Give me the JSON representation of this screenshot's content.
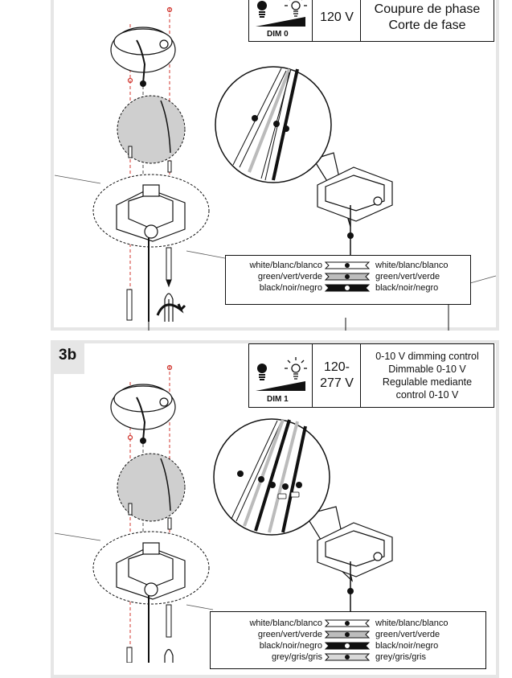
{
  "panel_top": {
    "voltage": "120 V",
    "dim_label": "DIM 0",
    "control_lines": [
      "Coupure de phase",
      "Corte de fase"
    ],
    "wires": [
      {
        "left": "white/blanc/blanco",
        "right": "white/blanc/blanco",
        "color": "#ffffff"
      },
      {
        "left": "green/vert/verde",
        "right": "green/vert/verde",
        "color": "#bdbdbd"
      },
      {
        "left": "black/noir/negro",
        "right": "black/noir/negro",
        "color": "#111111"
      }
    ]
  },
  "panel_bottom": {
    "step_label": "3b",
    "voltage_lines": [
      "120-",
      "277 V"
    ],
    "dim_label": "DIM 1",
    "control_lines": [
      "0-10 V dimming control",
      "Dimmable 0-10 V",
      "Regulable mediante",
      "control 0-10 V"
    ],
    "wires": [
      {
        "left": "white/blanc/blanco",
        "right": "white/blanc/blanco",
        "color": "#ffffff"
      },
      {
        "left": "green/vert/verde",
        "right": "green/vert/verde",
        "color": "#bdbdbd"
      },
      {
        "left": "black/noir/negro",
        "right": "black/noir/negro",
        "color": "#111111"
      },
      {
        "left": "grey/gris/gris",
        "right": "grey/gris/gris",
        "color": "#d9d9d9"
      }
    ]
  },
  "colors": {
    "panel_bg": "#e6e6e6",
    "screw_red": "#d0352e"
  },
  "icons": [
    "bulb-off-icon",
    "bulb-on-icon",
    "dimmer-ramp-icon",
    "rotate-arrow-icon",
    "screwdriver-icon"
  ]
}
